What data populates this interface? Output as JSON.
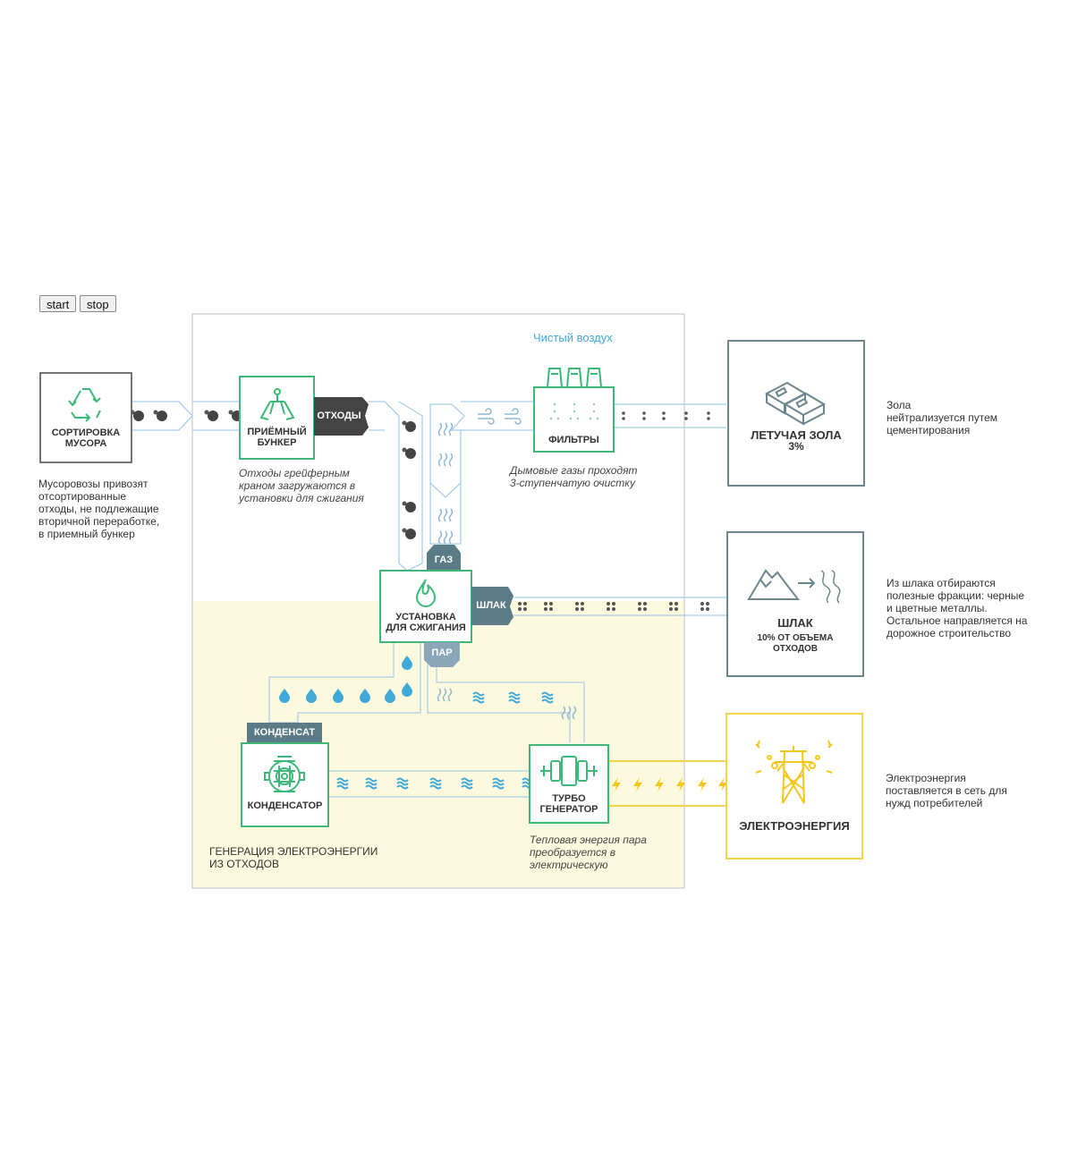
{
  "controls": {
    "start": "start",
    "stop": "stop"
  },
  "colors": {
    "green": "#3cb878",
    "pipe": "#a8cfe6",
    "drop": "#3fa9d9",
    "yellow": "#f5d547",
    "dark": "#444444",
    "slate": "#708f99",
    "zone": "#fdf9de"
  },
  "top_label": "Чистый воздух",
  "nodes": {
    "sorting": {
      "label": "СОРТИРОВКА\nМУСОРА",
      "icon": "recycle-icon"
    },
    "bunker": {
      "label": "ПРИЁМНЫЙ\nБУНКЕР",
      "icon": "grab-crane-icon"
    },
    "filters": {
      "label": "ФИЛЬТРЫ",
      "icon": "factory-icon"
    },
    "furnace": {
      "label": "УСТАНОВКА\nДЛЯ СЖИГАНИЯ",
      "icon": "flame-icon"
    },
    "condenser": {
      "label": "КОНДЕНСАТОР",
      "icon": "condenser-icon"
    },
    "turbo": {
      "label": "ТУРБО\nГЕНЕРАТОР",
      "icon": "turbine-icon"
    }
  },
  "tags": {
    "waste": "ОТХОДЫ",
    "gas": "ГАЗ",
    "slag": "ШЛАК",
    "steam": "ПАР",
    "condensate": "КОНДЕНСАТ"
  },
  "outputs": {
    "ash": {
      "title": "ЛЕТУЧАЯ ЗОЛА",
      "subtitle": "3%",
      "icon": "bricks-icon"
    },
    "slag": {
      "title": "ШЛАК",
      "subtitle": "10% ОТ ОБЪЕМА\nОТХОДОВ",
      "icon": "mountain-road-icon"
    },
    "power": {
      "title": "ЭЛЕКТРОЭНЕРГИЯ",
      "icon": "power-tower-icon"
    }
  },
  "notes": {
    "sorting": "Мусоровозы привозят\nотсортированные\nотходы, не подлежащие\nвторичной переработке,\nв приемный бункер",
    "bunker": "Отходы грейферным\nкраном загружаются в\nустановки для сжигания",
    "filters": "Дымовые газы проходят\n3-ступенчатую очистку",
    "turbo": "Тепловая энергия пара\nпреобразуется в\nэлектрическую",
    "zone": "ГЕНЕРАЦИЯ ЭЛЕКТРОЭНЕРГИИ\nИЗ ОТХОДОВ",
    "ash": "Зола\nнейтрализуется путем\nцементирования",
    "slag": "Из шлака отбираются\nполезные фракции: черные\nи цветные металлы.\nОстальное направляется на\nдорожное строительство",
    "power": "Электроэнергия\nпоставляется в сеть для\nнужд потребителей"
  }
}
